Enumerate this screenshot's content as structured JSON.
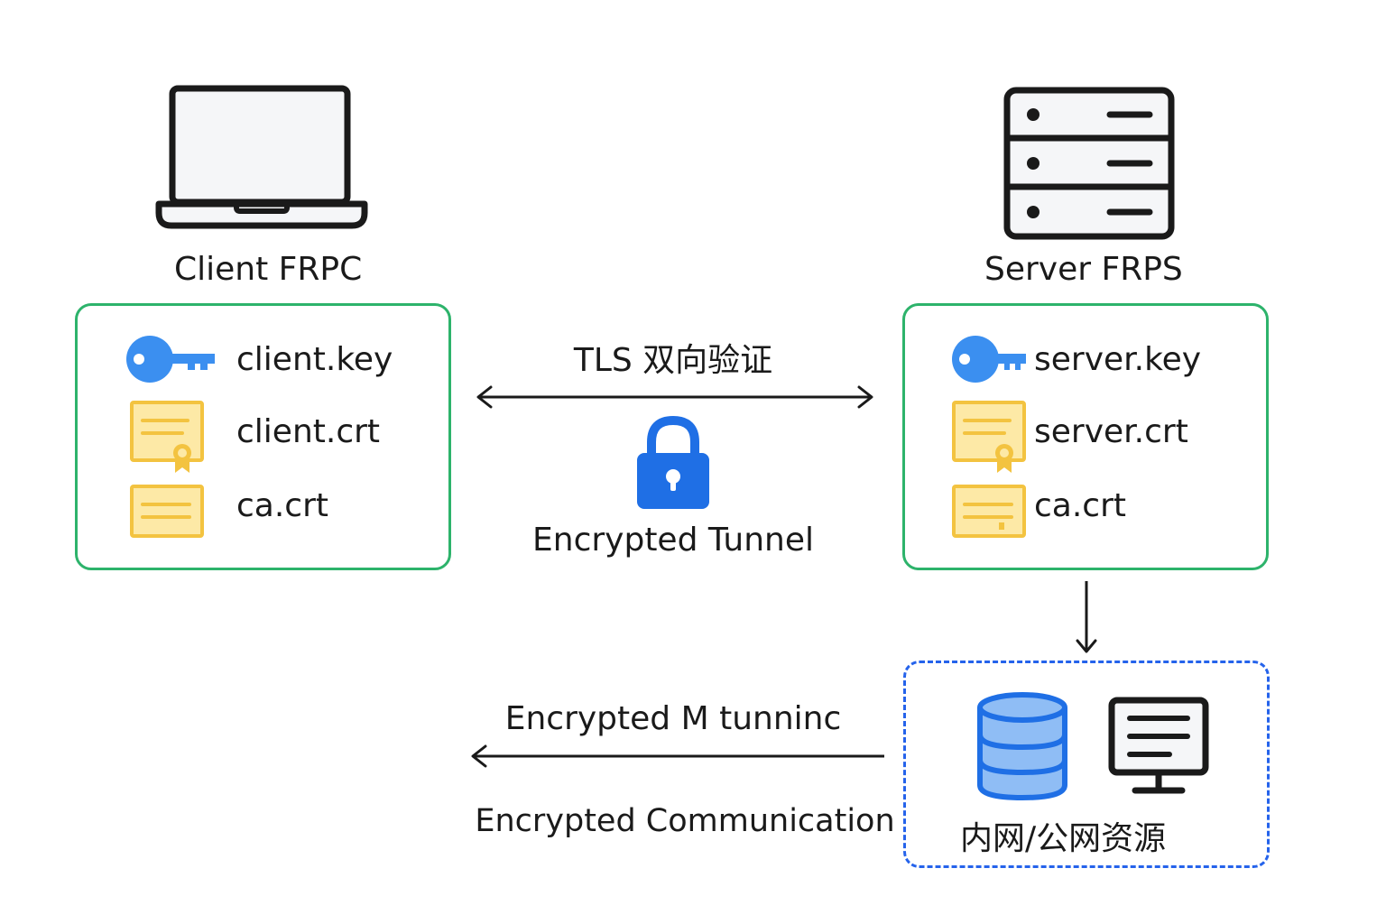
{
  "client": {
    "title": "Client FRPC",
    "files": {
      "key": "client.key",
      "crt": "client.crt",
      "ca": "ca.crt"
    }
  },
  "server": {
    "title": "Server FRPS",
    "files": {
      "key": "server.key",
      "crt": "server.crt",
      "ca": "ca.crt"
    }
  },
  "tunnel": {
    "tls_label": "TLS 双向验证",
    "tunnel_label": "Encrypted Tunnel"
  },
  "return_path": {
    "upper_label": "Encrypted M tunninc",
    "lower_label": "Encrypted Communication"
  },
  "resources": {
    "label": "内网/公网资源"
  },
  "colors": {
    "box_border": "#2db36b",
    "resource_border": "#2563eb",
    "key_blue": "#3b8ff0",
    "lock_blue": "#1f6fe5",
    "cert_yellow": "#fde9a6",
    "cert_stroke": "#f3c340"
  },
  "icons": {
    "client_device": "laptop-icon",
    "server_device": "server-rack-icon",
    "key": "key-icon",
    "certificate": "certificate-icon",
    "ca_certificate": "document-icon",
    "tunnel": "lock-icon",
    "database": "database-icon",
    "monitor": "monitor-icon"
  }
}
